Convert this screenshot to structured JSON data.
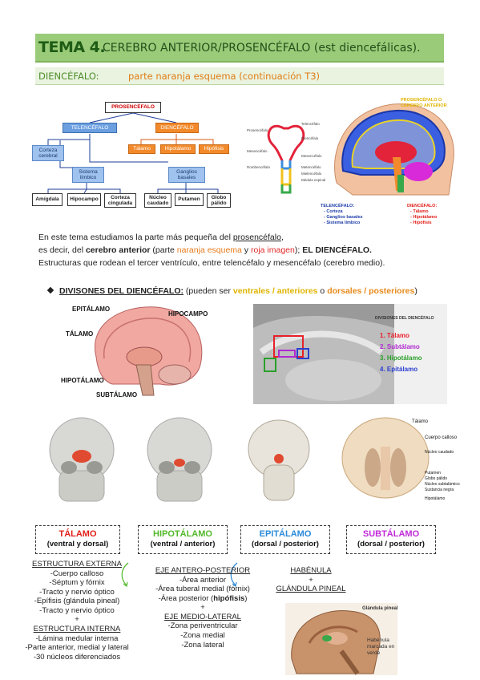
{
  "header": {
    "tema": "TEMA 4.",
    "title": "CEREBRO ANTERIOR/PROSENCÉFALO (est diencefálicas).",
    "subtitle_label": "DIENCÉFALO:",
    "subtitle_text": "parte naranja esquema (continuación T3)"
  },
  "flow": {
    "root": "PROSENCÉFALO",
    "telencefalo": "TELENCÉFALO",
    "diencefalo": "DIENCÉFALO",
    "corteza": "Corteza cerebral",
    "sistema_limbico": "Sistema límbico",
    "ganglios": "Ganglios basales",
    "talamo": "Tálamo",
    "hipotalamo": "Hipotálamo",
    "hipofisis": "Hipófisis",
    "amigdala": "Amígdala",
    "hipocampo": "Hipocampo",
    "corteza_cingulada": "Corteza cingulada",
    "nucleo_caudado": "Núcleo caudado",
    "putamen": "Putamen",
    "globo_palido": "Globo pálido"
  },
  "neural_tube_labels": [
    "Prosencéfalo",
    "Mesencéfalo",
    "Rombencéfalo",
    "Telencéfalo",
    "Diencéfalo",
    "Mesencéfalo",
    "Metencéfalo",
    "Mielencéfalo",
    "Médula espinal"
  ],
  "brain_captions": {
    "prosencefalo": "PROSENCÉFALO O CEREBRO ANTERIOR",
    "tel_title": "TELENCÉFALO:",
    "tel_items": [
      "- Corteza",
      "- Ganglios basales",
      "- Sistema límbico"
    ],
    "die_title": "DIENCÉFALO:",
    "die_items": [
      "- Tálamo",
      "- Hipotálamo",
      "- Hipófisis"
    ]
  },
  "paragraph": {
    "l1a": "En este tema estudiamos la parte más pequeña del ",
    "l1b": "prosencéfalo",
    "l1c": ",",
    "l2a": "es decir, del ",
    "l2b": "cerebro anterior",
    "l2c": " (parte ",
    "l2d": "naranja esquema",
    "l2e": " y ",
    "l2f": "roja imagen",
    "l2g": "); ",
    "l2h": "EL DIENCÉFALO.",
    "l3": "Estructuras que rodean el tercer ventrículo, entre telencéfalo y mesencéfalo (cerebro medio)."
  },
  "section": {
    "title": "DIVISONES DEL DIENCÉFALO:",
    "p1": " (pueden ser ",
    "p2": "ventrales / anteriores",
    "p3": " o ",
    "p4": "dorsales / posteriores",
    "p5": ")"
  },
  "brain_labels": {
    "epitalamo": "EPITÁLAMO",
    "hipocampo": "HIPOCAMPO",
    "talamo": "TÁLAMO",
    "hipotalamo": "HIPOTÁLAMO",
    "subtalamo": "SUBTÁLAMO"
  },
  "mri": {
    "title": "DIVISIONES DEL DIENCÉFALO",
    "items": [
      "1. Tálamo",
      "2. Subtálamo",
      "3. Hipotálamo",
      "4. Epitálamo"
    ],
    "colors": [
      "#e8202a",
      "#b02ad0",
      "#2aa02a",
      "#2a3fd0"
    ]
  },
  "section_labels": [
    "Tálamo",
    "Cuerpo calloso",
    "Núcleo caudado",
    "Putamen",
    "Globo pálido",
    "Núcleo subtalámico",
    "Sustancia negra",
    "Hipotálamo"
  ],
  "categories": [
    {
      "name": "TÁLAMO",
      "sub": "(ventral y dorsal)",
      "color": "#e0201a"
    },
    {
      "name": "HIPOTÁLAMO",
      "sub": "(ventral / anterior)",
      "color": "#52b82a"
    },
    {
      "name": "EPITÁLAMO",
      "sub": "(dorsal / posterior)",
      "color": "#2a8ad8"
    },
    {
      "name": "SUBTÁLAMO",
      "sub": "(dorsal / posterior)",
      "color": "#c02ad8"
    }
  ],
  "talamo_col": {
    "h1": "ESTRUCTURA EXTERNA",
    "items1": [
      "-Cuerpo calloso",
      "-Séptum y fórnix",
      "-Tracto y nervio óptico",
      "-Epífisis (glándula pineal)",
      "-Tracto y nervio óptico"
    ],
    "plus": "+",
    "h2": "ESTRUCTURA INTERNA",
    "items2": [
      "-Lámina medular interna",
      "-Parte anterior, medial y lateral",
      "-30 núcleos diferenciados"
    ]
  },
  "hipotalamo_col": {
    "h1": "EJE ANTERO-POSTERIOR",
    "i1": "-Área anterior",
    "i2": "-Área tuberal medial (fórnix)",
    "i3a": "-Área posterior (",
    "i3b": "hipófisis",
    "i3c": ")",
    "plus": "+",
    "h2": "EJE MEDIO-LATERAL",
    "items2": [
      "-Zona periventricular",
      "-Zona medial",
      "-Zona lateral"
    ]
  },
  "epitalamo_col": {
    "h1": "HABÉNULA",
    "plus": "+",
    "h2": "GLÁNDULA PINEAL"
  },
  "pineal_img": {
    "label1": "Glándula pineal",
    "label2": "Habénula marcada en verde"
  }
}
